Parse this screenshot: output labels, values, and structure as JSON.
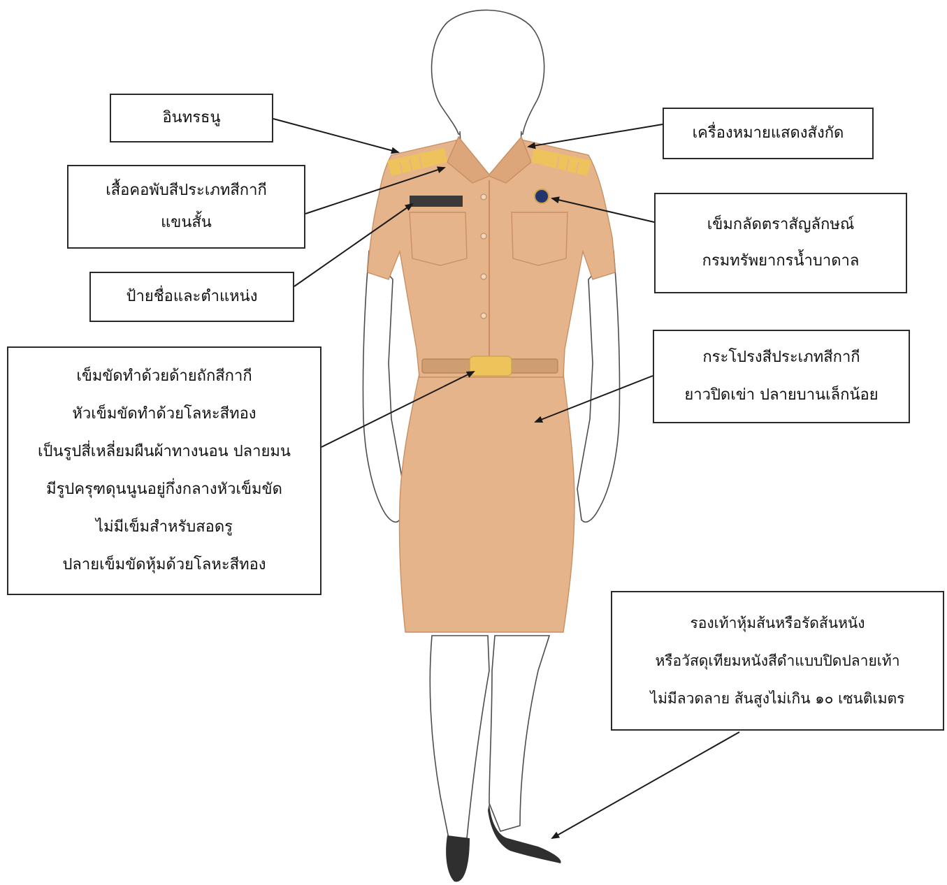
{
  "colors": {
    "uniform": "#e6b48a",
    "uniform_shadow": "#c98f62",
    "gold": "#efc35b",
    "outline": "#4d4d4d",
    "shoe": "#2f2f2f",
    "nameplate": "#3a3a3a",
    "emblem": "#24356e"
  },
  "labels": {
    "epaulette": {
      "lines": [
        "อินทรธนู"
      ]
    },
    "shirt": {
      "lines": [
        "เสื้อคอพับสีประเภทสีกากี",
        "แขนสั้น"
      ]
    },
    "nameplate": {
      "lines": [
        "ป้ายชื่อและตำแหน่ง"
      ]
    },
    "belt": {
      "lines": [
        "เข็มขัดทำด้วยด้ายถักสีกากี",
        "หัวเข็มขัดทำด้วยโลหะสีทอง",
        "เป็นรูปสี่เหลี่ยมผืนผ้าทางนอน ปลายมน",
        "มีรูปครุฑดุนนูนอยู่กึ่งกลางหัวเข็มขัด",
        "ไม่มีเข็มสำหรับสอดรู",
        "ปลายเข็มขัดหุ้มด้วยโลหะสีทอง"
      ]
    },
    "insignia": {
      "lines": [
        "เครื่องหมายแสดงสังกัด"
      ]
    },
    "badge": {
      "lines": [
        "เข็มกลัดตราสัญลักษณ์",
        "กรมทรัพยากรน้ำบาดาล"
      ]
    },
    "skirt": {
      "lines": [
        "กระโปรงสีประเภทสีกากี",
        "ยาวปิดเข่า ปลายบานเล็กน้อย"
      ]
    },
    "shoes": {
      "lines": [
        "รองเท้าหุ้มส้นหรือรัดส้นหนัง",
        "หรือวัสดุเทียมหนังสีดำแบบปิดปลายเท้า",
        "ไม่มีลวดลาย ส้นสูงไม่เกิน ๑๐ เซนติเมตร"
      ]
    }
  }
}
